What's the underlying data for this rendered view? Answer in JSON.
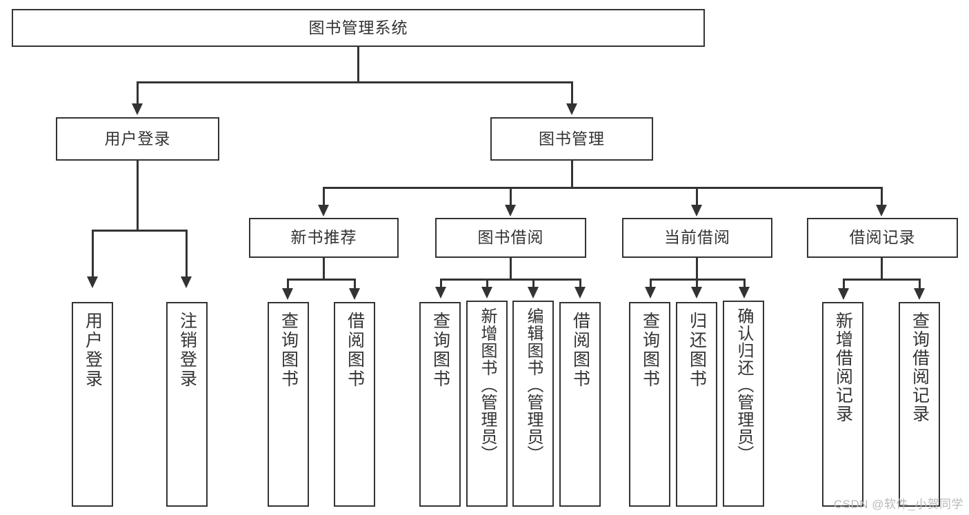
{
  "diagram": {
    "type": "tree-hierarchy",
    "title": "图书管理系统",
    "root": {
      "id": "root",
      "label": "图书管理系统",
      "orientation": "horizontal"
    },
    "level1": [
      {
        "id": "user-login",
        "label": "用户登录",
        "orientation": "horizontal"
      },
      {
        "id": "book-manage",
        "label": "图书管理",
        "orientation": "horizontal"
      }
    ],
    "level2": [
      {
        "id": "new-book-recommend",
        "label": "新书推荐",
        "orientation": "horizontal",
        "parent": "book-manage"
      },
      {
        "id": "book-borrow",
        "label": "图书借阅",
        "orientation": "horizontal",
        "parent": "book-manage"
      },
      {
        "id": "current-borrow",
        "label": "当前借阅",
        "orientation": "horizontal",
        "parent": "book-manage"
      },
      {
        "id": "borrow-record",
        "label": "借阅记录",
        "orientation": "horizontal",
        "parent": "book-manage"
      }
    ],
    "leaves": [
      {
        "id": "leaf-user-login",
        "label": "用户登录",
        "parent": "user-login"
      },
      {
        "id": "leaf-logout-login",
        "label": "注销登录",
        "parent": "user-login"
      },
      {
        "id": "leaf-query-book-1",
        "label": "查询图书",
        "parent": "new-book-recommend"
      },
      {
        "id": "leaf-borrow-book-1",
        "label": "借阅图书",
        "parent": "new-book-recommend"
      },
      {
        "id": "leaf-query-book-2",
        "label": "查询图书",
        "parent": "book-borrow"
      },
      {
        "id": "leaf-add-book-admin",
        "label": "新增图书（管理员）",
        "parent": "book-borrow"
      },
      {
        "id": "leaf-edit-book-admin",
        "label": "编辑图书（管理员）",
        "parent": "book-borrow"
      },
      {
        "id": "leaf-borrow-book-2",
        "label": "借阅图书",
        "parent": "book-borrow"
      },
      {
        "id": "leaf-query-book-3",
        "label": "查询图书",
        "parent": "current-borrow"
      },
      {
        "id": "leaf-return-book",
        "label": "归还图书",
        "parent": "current-borrow"
      },
      {
        "id": "leaf-confirm-return",
        "label": "确认归还（管理员）",
        "parent": "current-borrow"
      },
      {
        "id": "leaf-add-record",
        "label": "新增借阅记录",
        "parent": "borrow-record"
      },
      {
        "id": "leaf-query-record",
        "label": "查询借阅记录",
        "parent": "borrow-record"
      }
    ],
    "colors": {
      "stroke": "#333333",
      "fill": "#ffffff",
      "text": "#333333",
      "watermark": "#b9b9b9"
    }
  },
  "watermark": {
    "text": "CSDN @软件_小贺同学"
  }
}
